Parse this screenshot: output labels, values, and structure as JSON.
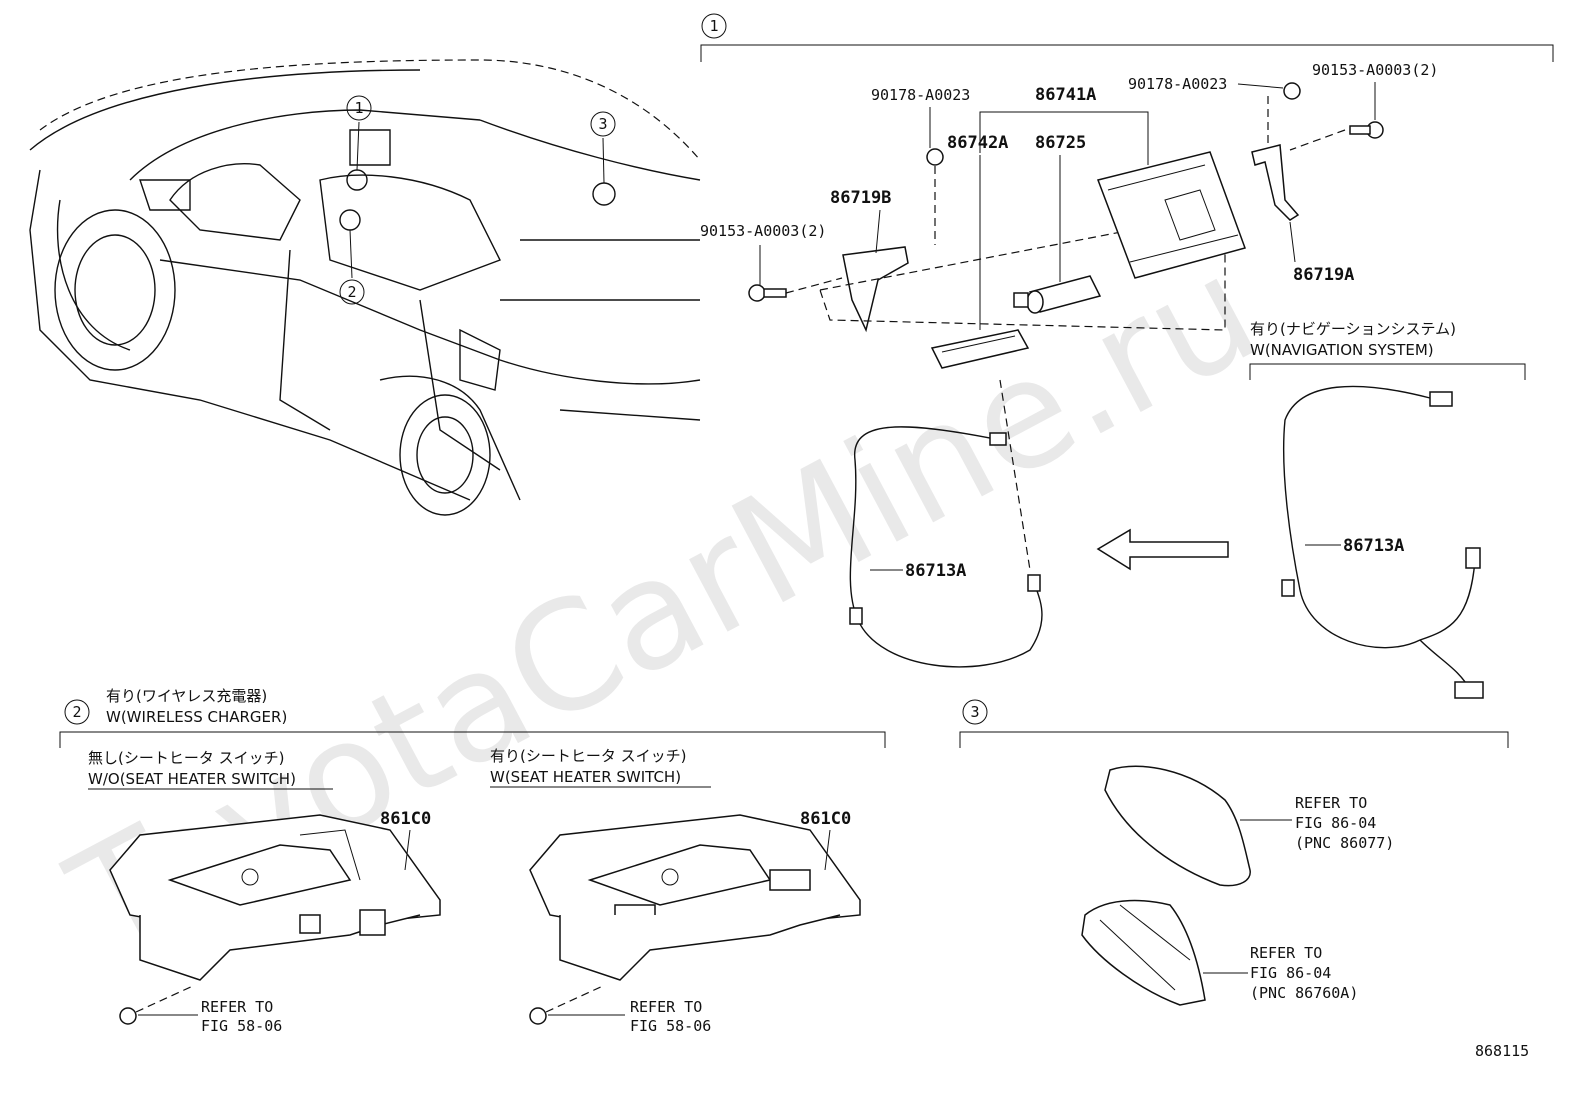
{
  "watermark": "ToyotaCarMine.ru",
  "diagram_id": "868115",
  "callouts": {
    "one": "1",
    "two": "2",
    "three": "3"
  },
  "section1": {
    "parts": {
      "screw_left": "90153-A0003(2)",
      "clip_left": "90178-A0023",
      "bracket_left": "86719B",
      "panel": "86742A",
      "cylinder": "86725",
      "module": "86741A",
      "clip_right": "90178-A0023",
      "screw_right": "90153-A0003(2)",
      "bracket_right": "86719A",
      "harness_left": "86713A",
      "harness_right": "86713A"
    },
    "nav_jp": "有り(ナビゲーションシステム)",
    "nav_en": "W(NAVIGATION SYSTEM)"
  },
  "section2": {
    "header_jp": "有り(ワイヤレス充電器)",
    "header_en": "W(WIRELESS CHARGER)",
    "left_jp": "無し(シートヒータ スイッチ)",
    "left_en": "W/O(SEAT HEATER SWITCH)",
    "right_jp": "有り(シートヒータ スイッチ)",
    "right_en": "W(SEAT HEATER SWITCH)",
    "part_left": "861C0",
    "part_right": "861C0",
    "refer_left": [
      "REFER TO",
      "FIG 58-06"
    ],
    "refer_right": [
      "REFER TO",
      "FIG 58-06"
    ]
  },
  "section3": {
    "refer_top": [
      "REFER TO",
      "FIG 86-04",
      "(PNC 86077)"
    ],
    "refer_bottom": [
      "REFER TO",
      "FIG 86-04",
      "(PNC 86760A)"
    ]
  }
}
